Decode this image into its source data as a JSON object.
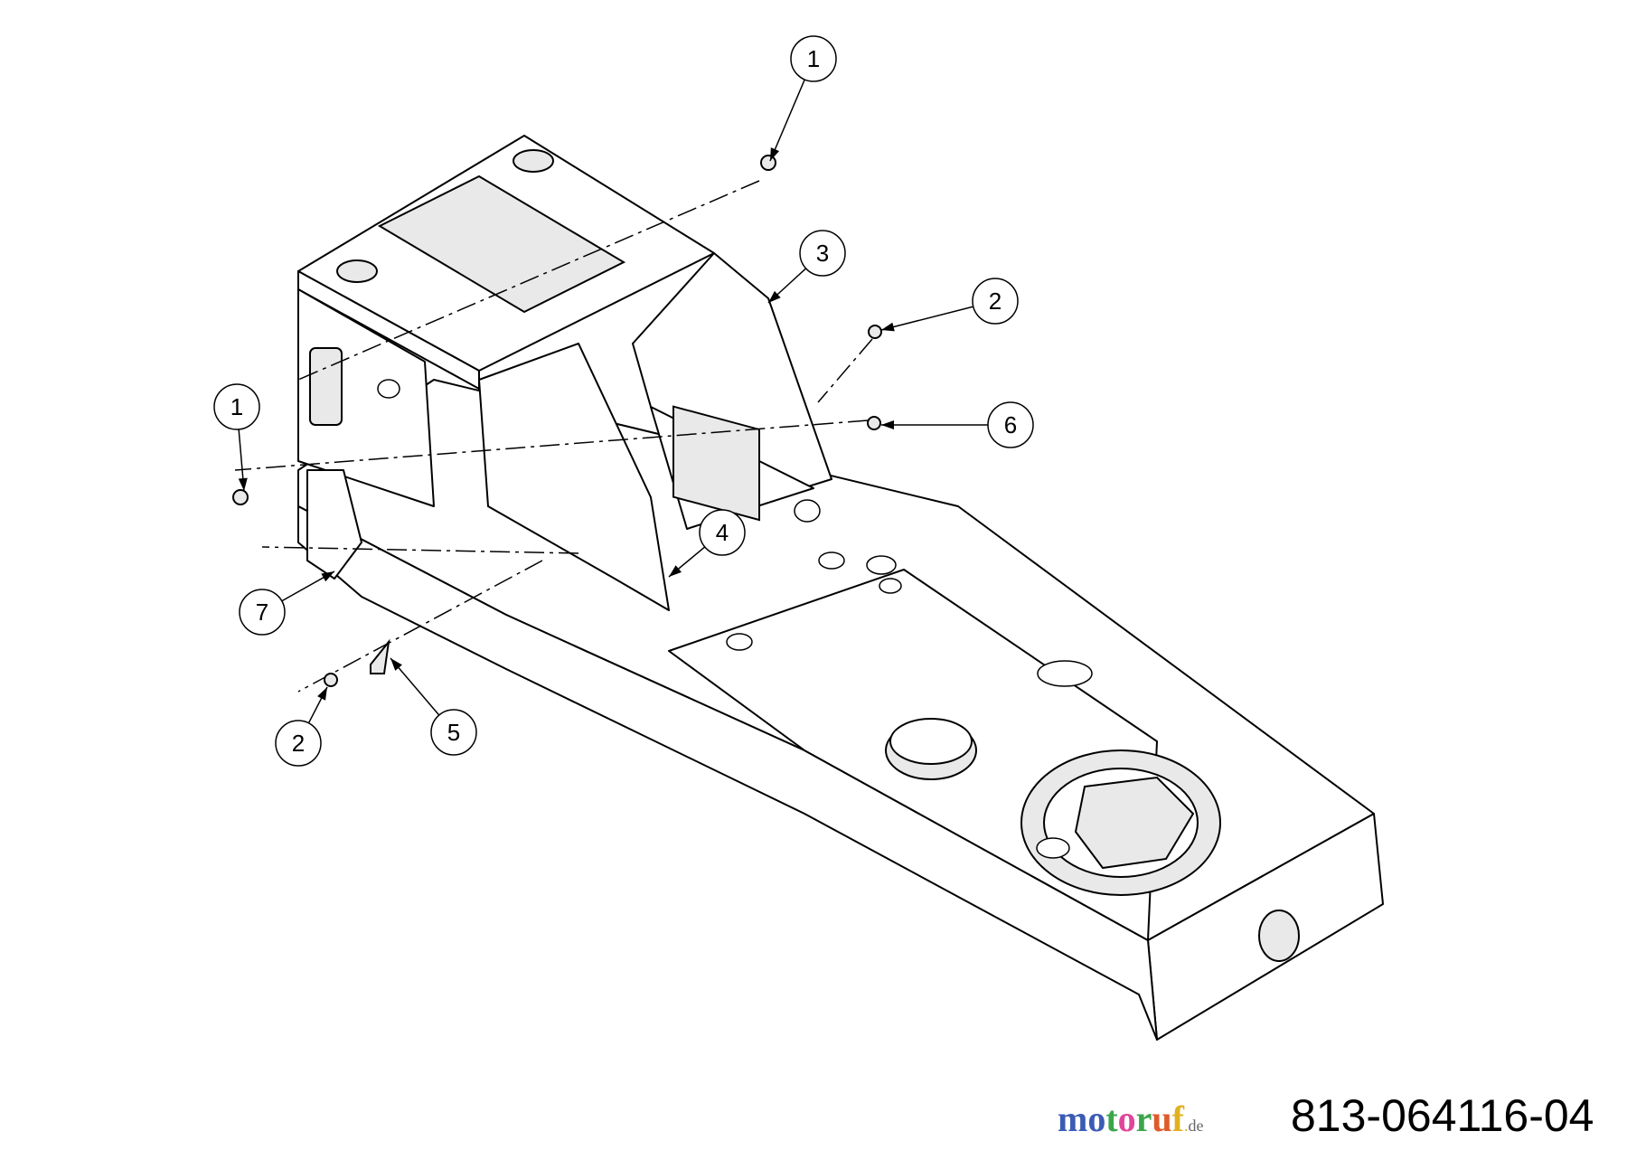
{
  "diagram": {
    "part_number": "813-064116-04",
    "watermark": "motoruf.de",
    "watermark_colors": [
      "#3b5bb5",
      "#3b5bb5",
      "#3aa64a",
      "#e0459a",
      "#3aa64a",
      "#e05a2a",
      "#e0b020",
      "#e0b020"
    ],
    "callouts": [
      {
        "label": "1",
        "target": "screw-top"
      },
      {
        "label": "3",
        "target": "side-plate-right"
      },
      {
        "label": "2",
        "target": "bolt-right"
      },
      {
        "label": "6",
        "target": "nut-right"
      },
      {
        "label": "1",
        "target": "screw-left"
      },
      {
        "label": "4",
        "target": "side-plate-center"
      },
      {
        "label": "7",
        "target": "bracket-left"
      },
      {
        "label": "2",
        "target": "bolt-bottom"
      },
      {
        "label": "5",
        "target": "clip"
      }
    ]
  }
}
